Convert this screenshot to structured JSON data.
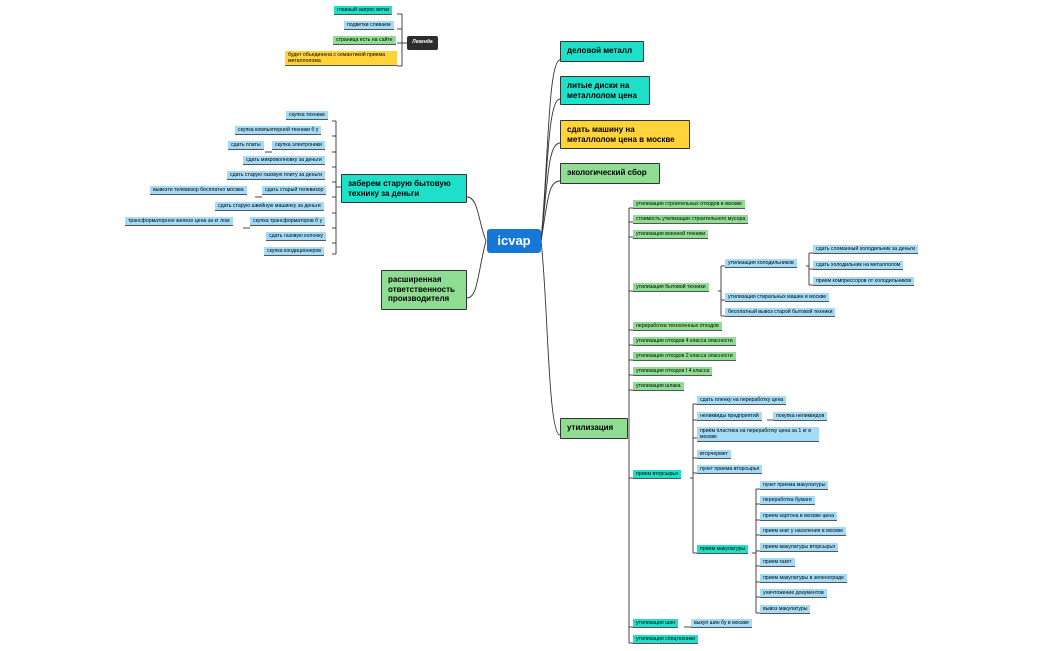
{
  "central": "icvap",
  "legend": {
    "title": "Легенда",
    "items": [
      {
        "label": "главный запрос ветки",
        "color": "teal"
      },
      {
        "label": "подветки сливаем",
        "color": "blue"
      },
      {
        "label": "страница есть на сайте",
        "color": "green"
      },
      {
        "label": "будет объединена с семантикой приема металлолома",
        "color": "yellow"
      }
    ]
  },
  "right_main": {
    "delovoy": "деловой металл",
    "diski": "литые диски на металлолом цена",
    "mashina": "сдать машину на металлолом цена в москве",
    "eco": "экологический сбор",
    "util": "утилизация"
  },
  "left_main": {
    "zaberem": "заберем старую бытовую технику за деньги",
    "rasshir": "расширенная ответственность производителя"
  },
  "zaberem_items": {
    "skupka_tekhniki": "скупка техники",
    "komp": "скупка компьютерной техники б у",
    "plata": "сдать платы",
    "elektronika": "скупка электроники",
    "mikrovolnovka": "сдать микроволновку за деньги",
    "plita": "сдать старую газовую плиту за деньги",
    "vyvezti_tv": "вывезти телевизор бесплатно москва",
    "staryi_tv": "сдать старый телевизор",
    "shveinaya": "сдать старую швейную машинку за деньги",
    "transf_zhelezo": "трансформаторное железо цена за кг лом",
    "transf_skupka": "скупка трансформаторов б у",
    "kolonka": "сдать газовую колонку",
    "kondicionery": "скупка кондиционеров"
  },
  "util_items": {
    "stroit_otkhody": "утилизация строительных отходов в москве",
    "stroit_musor": "стоимость утилизации строительного мусора",
    "voennaya": "утилизация военной техники",
    "bytovaya": "утилизация бытовой техники",
    "kholodilnikov": "утилизация холодильников",
    "kholod_1": "сдать сломанный холодильник за деньги",
    "kholod_2": "сдать холодильник на металлолом",
    "kholod_3": "прием компрессоров от холодильников",
    "stiralnye": "утилизация стиральных машин в москве",
    "vyvoz": "бесплатный вывоз старой бытовой техники",
    "tekhnogennye": "переработка техногенных отходов",
    "klass4": "утилизация отходов 4 класса опасности",
    "klass2": "утилизация отходов 2 класса опасности",
    "klass14": "утилизация отходов I 4 класса",
    "shlaka": "утилизация шлака",
    "vtorsyrya": "прием вторсырья",
    "plenka": "сдать пленку на переработку цена",
    "nelikvidy": "неликвиды предприятий",
    "nelikvidy_2": "покупка неликвидов",
    "plastik": "приём пластика на переработку цена за 1 кг в москве",
    "vtorchermet": "вторчермет",
    "punkt_vtor": "пункт приема вторсырья",
    "makulatura": "прием макулатуры",
    "mak_1": "пункт приема макулатуры",
    "mak_2": "переработка бумаги",
    "mak_3": "прием картона в москве цена",
    "mak_4": "прием книг у населения в москве",
    "mak_5": "прием макулатуры вторсырья",
    "mak_6": "прием газет",
    "mak_7": "прием макулатуры в зеленограде",
    "mak_8": "уничтожение документов",
    "mak_9": "вывоз макулатуры",
    "shin": "утилизация шин",
    "shin_1": "выкуп шин бу в москве",
    "spectekhniki": "утилизация спецтехники"
  }
}
